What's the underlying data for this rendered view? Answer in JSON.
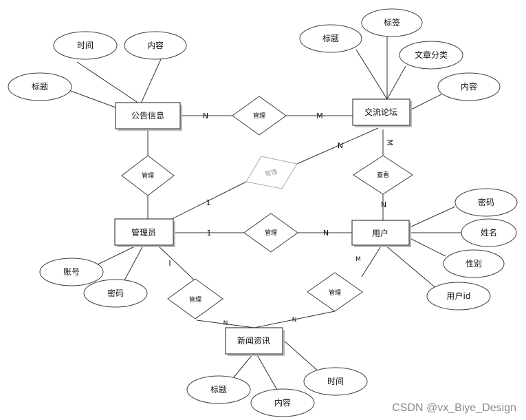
{
  "entities": {
    "announcement": "公告信息",
    "forum": "交流论坛",
    "admin": "管理员",
    "user": "用户",
    "news": "新闻资讯"
  },
  "attributes": {
    "ann_time": "时间",
    "ann_content": "内容",
    "ann_title": "标题",
    "forum_tag": "标签",
    "forum_title": "标题",
    "forum_category": "文章分类",
    "forum_content": "内容",
    "user_password": "密码",
    "user_name": "姓名",
    "user_gender": "性别",
    "user_id": "用户id",
    "admin_account": "账号",
    "admin_password": "密码",
    "news_title": "标题",
    "news_content": "内容",
    "news_time": "时间"
  },
  "relationships": {
    "ann_forum": "管理",
    "ann_admin": "管理",
    "admin_forum": "管理",
    "forum_user": "查看",
    "admin_user": "管理",
    "admin_news": "管理",
    "user_news": "管理"
  },
  "cardinalities": {
    "ann_forum_ann": "N",
    "ann_forum_forum": "M",
    "admin_forum_admin": "1",
    "admin_forum_forum": "N",
    "forum_user_forum": "M",
    "forum_user_user": "N",
    "admin_user_admin": "1",
    "admin_user_user": "N",
    "admin_news_admin": "I",
    "admin_news_news": "N",
    "user_news_user": "M",
    "user_news_news": "N"
  },
  "watermark": "CSDN @vx_Biye_Design"
}
